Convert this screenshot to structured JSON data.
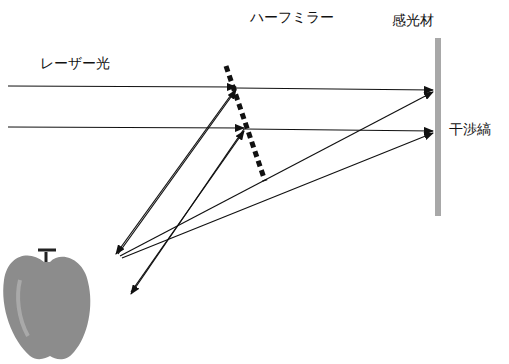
{
  "diagram": {
    "labels": [
      "ハーフミラー",
      "感光材",
      "レーザー光",
      "干渉縞"
    ]
  }
}
